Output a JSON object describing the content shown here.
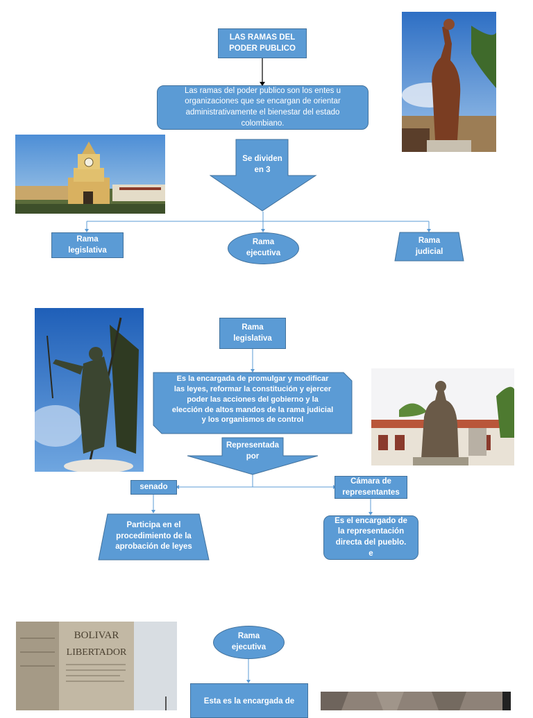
{
  "section1": {
    "title": "LAS RAMAS DEL\nPODER PUBLICO",
    "definition": "Las ramas del poder publico son los entes u\norganizaciones que se encargan de orientar\nadministrativamente el bienestar del estado\ncolombiano.",
    "arrow_label": "Se dividen\nen 3",
    "branches": [
      "Rama\nlegislativa",
      "Rama\nejecutiva",
      "Rama\njudicial"
    ]
  },
  "section2": {
    "title": "Rama\nlegislativa",
    "description": "Es la encargada de promulgar y modificar\nlas leyes, reformar la constitución y ejercer\npoder las acciones del gobierno y la\nelección de altos mandos de la rama judicial\ny los organismos de control",
    "arrow_label": "Representada\npor",
    "left_node": "senado",
    "left_detail": "Participa en el\nprocedimiento de la\naprobación de leyes",
    "right_node": "Cámara de\nrepresentantes",
    "right_detail": "Es el encargado de\nla representación\ndirecta del pueblo.\ne"
  },
  "section3": {
    "title": "Rama\nejecutiva",
    "description": "Esta es la encargada de"
  },
  "photos": {
    "monument_text_line1": "BOLIVAR",
    "monument_text_line2": "LIBERTADOR"
  },
  "colors": {
    "shape_fill": "#5b9bd5",
    "shape_border": "#41719c",
    "connector": "#5b9bd5"
  }
}
